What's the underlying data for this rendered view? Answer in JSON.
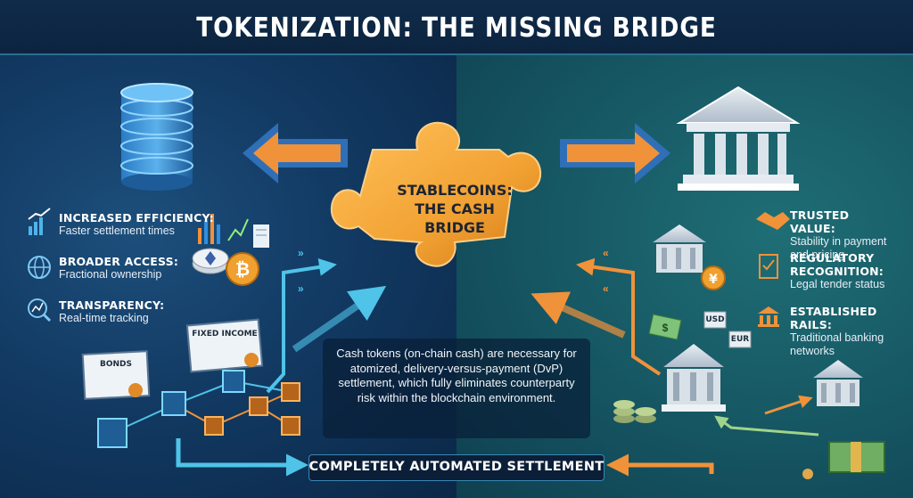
{
  "title": "TOKENIZATION: THE MISSING BRIDGE",
  "puzzle": {
    "line1": "STABLECOINS:",
    "line2": "THE CASH BRIDGE"
  },
  "left_benefits": [
    {
      "head": "INCREASED EFFICIENCY:",
      "sub": "Faster settlement times",
      "icon": "bar-chart-icon"
    },
    {
      "head": "BROADER ACCESS:",
      "sub": "Fractional ownership",
      "icon": "globe-icon"
    },
    {
      "head": "TRANSPARENCY:",
      "sub": "Real-time tracking",
      "icon": "magnifier-chart-icon"
    }
  ],
  "right_benefits": [
    {
      "head": "TRUSTED VALUE:",
      "sub": "Stability in payment and pricing",
      "icon": "handshake-icon"
    },
    {
      "head": "REGULATORY RECOGNITION:",
      "sub": "Legal tender status",
      "icon": "clipboard-check-icon"
    },
    {
      "head": "ESTABLISHED RAILS:",
      "sub": "Traditional banking networks",
      "icon": "bank-icon"
    }
  ],
  "certificates": {
    "bonds": "BONDS",
    "fixed_income": "FIXED INCOME"
  },
  "currency_tags": {
    "usd": "USD",
    "eur": "EUR"
  },
  "note": "Cash tokens (on-chain cash) are necessary for atomized, delivery-versus-payment (DvP) settlement, which fully eliminates counterparty risk within the blockchain environment.",
  "bottom_label": "COMPLETELY AUTOMATED SETTLEMENT",
  "colors": {
    "left_bg": "#123a63",
    "right_bg": "#175a66",
    "puzzle": "#f2a233",
    "arrow_orange": "#f0923a",
    "arrow_blue": "#2f6fb8",
    "flow_cyan": "#4fc3e8"
  }
}
